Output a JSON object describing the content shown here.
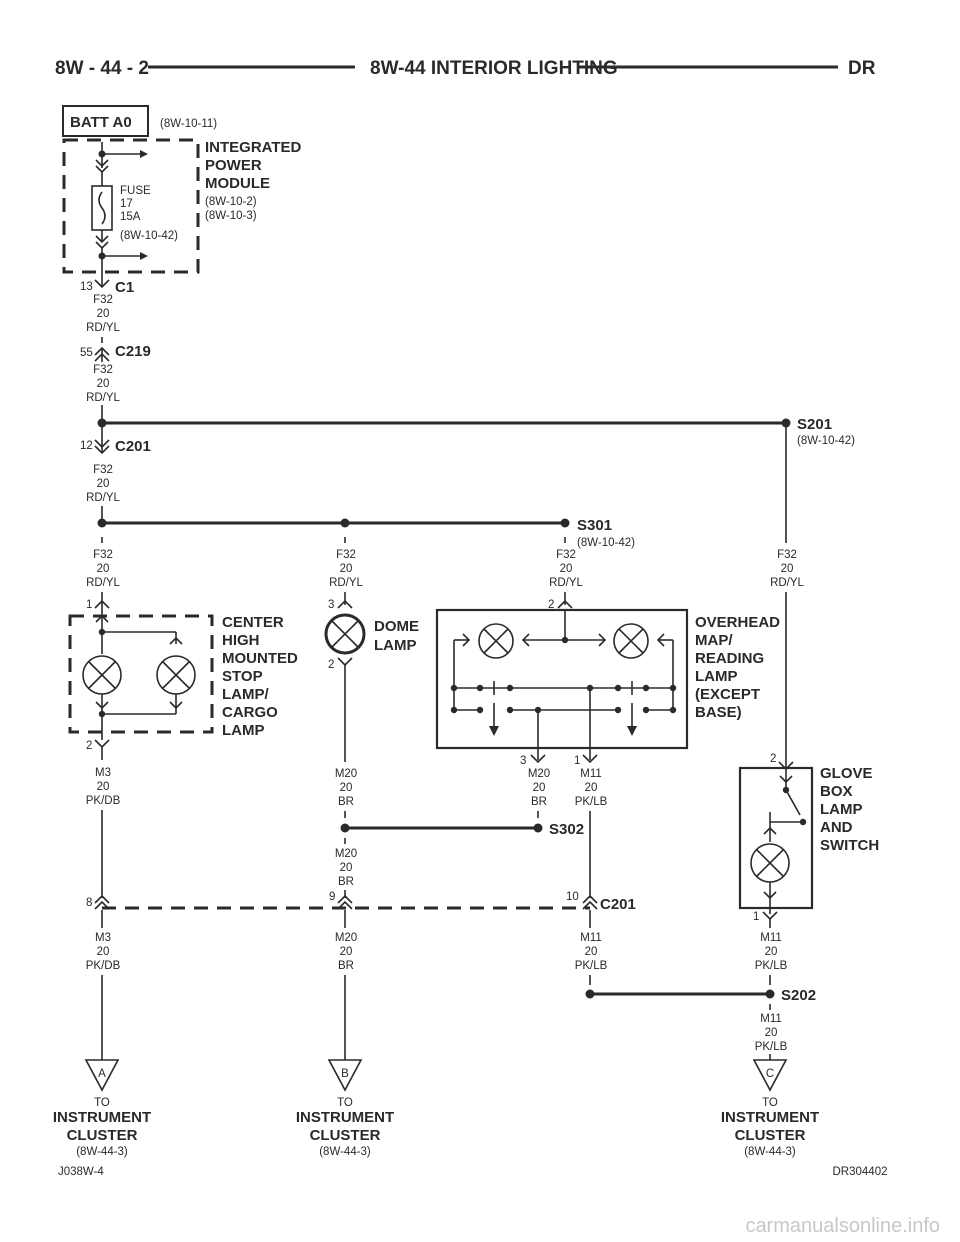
{
  "header": {
    "page": "8W - 44 - 2",
    "title": "8W-44 INTERIOR LIGHTING",
    "model": "DR"
  },
  "batt": {
    "label": "BATT A0",
    "ref": "(8W-10-11)"
  },
  "ipm": {
    "l1": "INTEGRATED",
    "l2": "POWER",
    "l3": "MODULE",
    "r1": "(8W-10-2)",
    "r2": "(8W-10-3)"
  },
  "fuse": {
    "l1": "FUSE",
    "l2": "17",
    "l3": "15A",
    "l4": "(8W-10-42)"
  },
  "connectors": {
    "c1": "C1",
    "c219": "C219",
    "c201": "C201",
    "c201b": "C201"
  },
  "pins": {
    "p13": "13",
    "p55": "55",
    "p12": "12",
    "chmsl_in": "1",
    "chmsl_out": "2",
    "dome_in": "3",
    "dome_out": "2",
    "ovh_in": "2",
    "ovh_out3": "3",
    "ovh_out1": "1",
    "glove_in": "2",
    "glove_out": "1",
    "c201_8": "8",
    "c201_9": "9",
    "c201_10": "10"
  },
  "wires": {
    "f32": "F32",
    "m3": "M3",
    "m20": "M20",
    "m11": "M11",
    "g20": "20",
    "rdyl": "RD/YL",
    "pkdb": "PK/DB",
    "br": "BR",
    "pklb": "PK/LB"
  },
  "splices": {
    "s201": "S201",
    "s201_ref": "(8W-10-42)",
    "s301": "S301",
    "s301_ref": "(8W-10-42)",
    "s302": "S302",
    "s202": "S202"
  },
  "components": {
    "chmsl": [
      "CENTER",
      "HIGH",
      "MOUNTED",
      "STOP",
      "LAMP/",
      "CARGO",
      "LAMP"
    ],
    "dome": [
      "DOME",
      "LAMP"
    ],
    "overhead": [
      "OVERHEAD",
      "MAP/",
      "READING",
      "LAMP",
      "(EXCEPT",
      "BASE)"
    ],
    "glove": [
      "GLOVE",
      "BOX",
      "LAMP",
      "AND",
      "SWITCH"
    ]
  },
  "destinations": {
    "a": {
      "letter": "A",
      "to": "TO",
      "l1": "INSTRUMENT",
      "l2": "CLUSTER",
      "ref": "(8W-44-3)"
    },
    "b": {
      "letter": "B",
      "to": "TO",
      "l1": "INSTRUMENT",
      "l2": "CLUSTER",
      "ref": "(8W-44-3)"
    },
    "c": {
      "letter": "C",
      "to": "TO",
      "l1": "INSTRUMENT",
      "l2": "CLUSTER",
      "ref": "(8W-44-3)"
    }
  },
  "footer": {
    "left": "J038W-4",
    "right": "DR304402"
  },
  "watermark": "carmanualsonline.info"
}
